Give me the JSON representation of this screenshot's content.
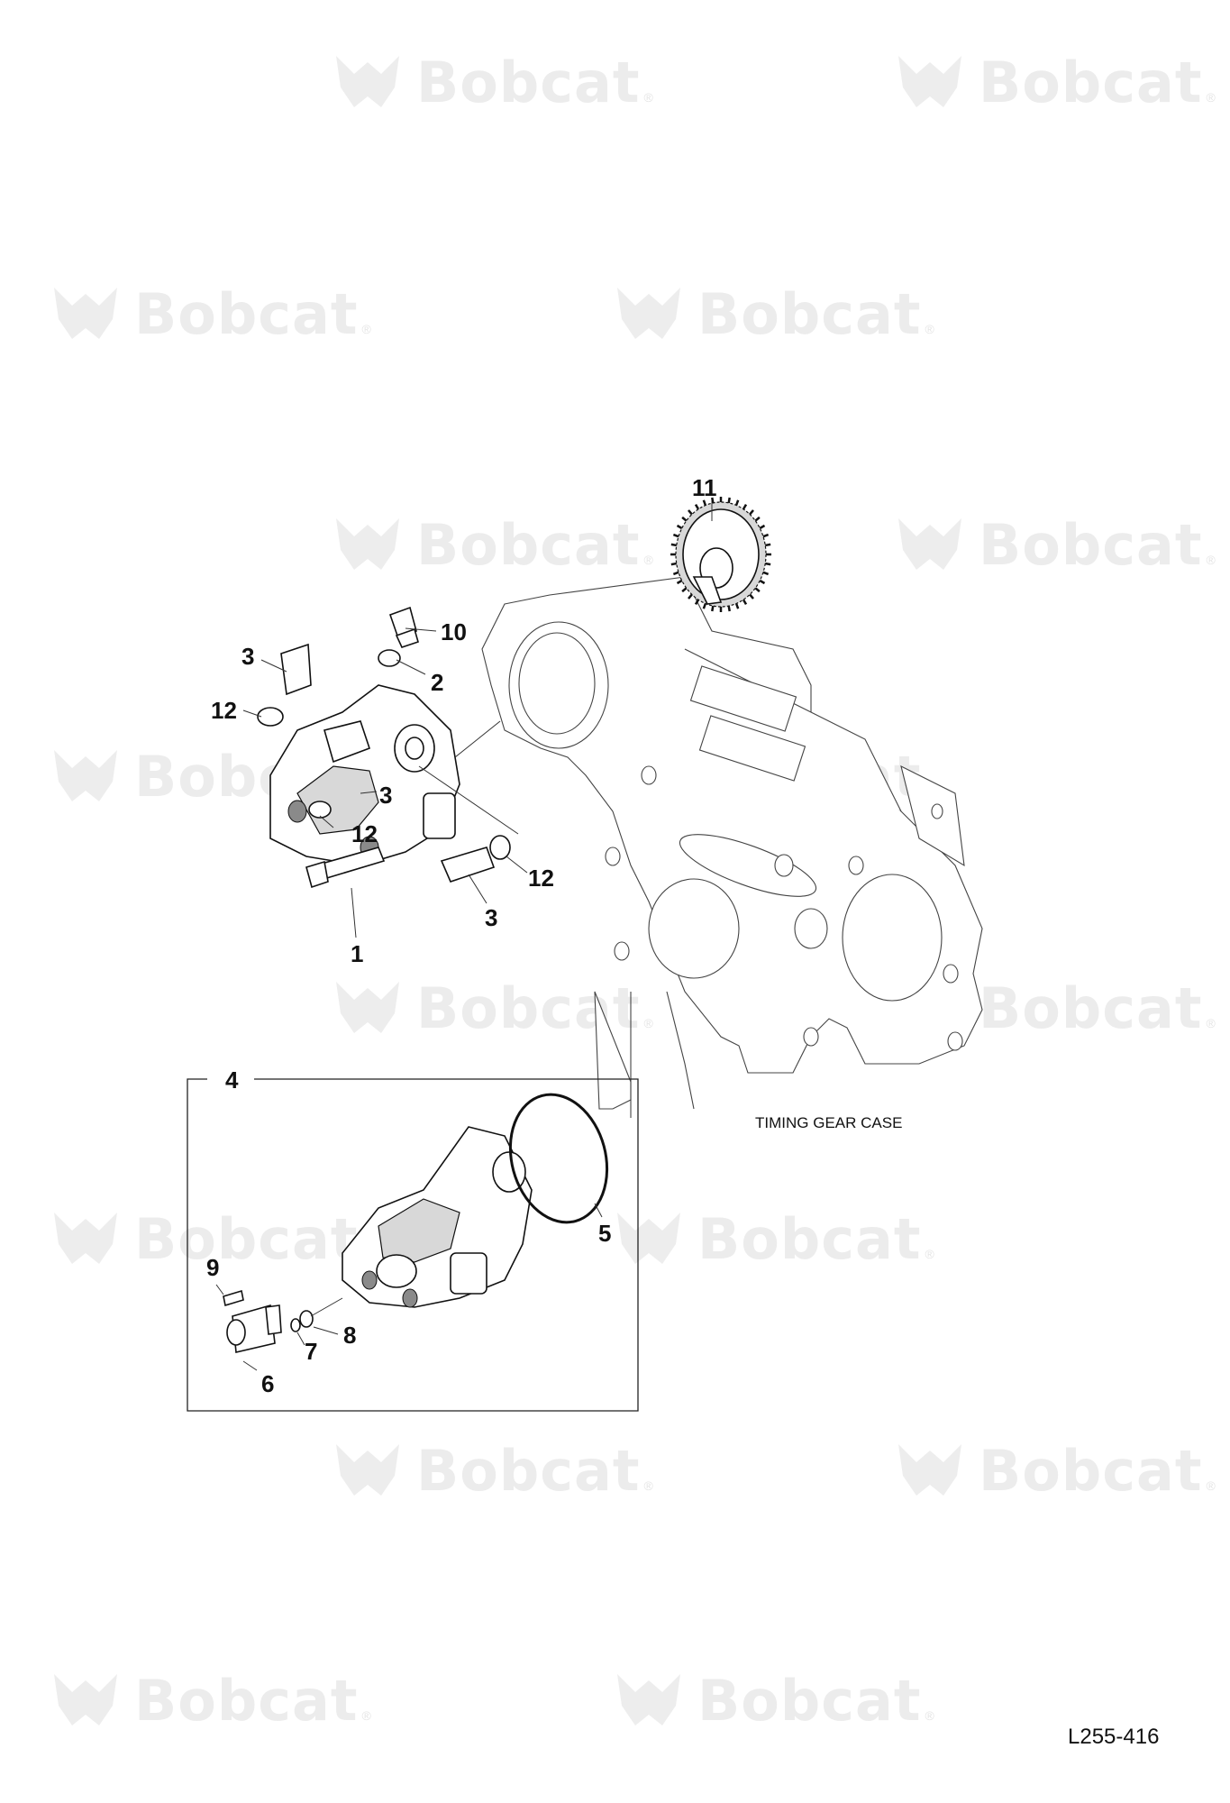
{
  "watermark": {
    "text": "Bobcat",
    "mark": "®"
  },
  "callouts": {
    "c1": "1",
    "c2": "2",
    "c3a": "3",
    "c3b": "3",
    "c3c": "3",
    "c4": "4",
    "c5": "5",
    "c6": "6",
    "c7": "7",
    "c8": "8",
    "c9": "9",
    "c10": "10",
    "c11": "11",
    "c12a": "12",
    "c12b": "12",
    "c12c": "12"
  },
  "labels": {
    "timing_gear_case": "TIMING GEAR CASE",
    "figure_id": "L255-416"
  },
  "icons": {
    "watermark_logo": "bobcat-logo-icon"
  }
}
